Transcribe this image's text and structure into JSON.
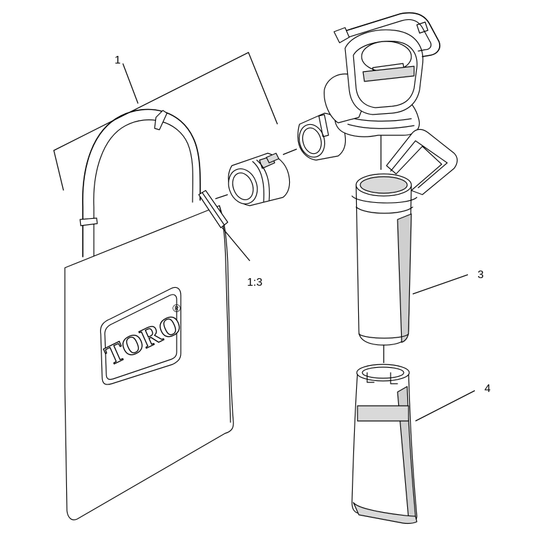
{
  "diagram": {
    "callouts": {
      "bag_assembly": "1",
      "bag_adapter": "1:3",
      "vacuum_tube_upper": "3",
      "vacuum_tube_lower": "4"
    },
    "logo_text": "TORO",
    "logo_mark": "®"
  },
  "colors": {
    "line": "#000000",
    "part_fill": "#d9d9d9",
    "background": "#ffffff"
  }
}
